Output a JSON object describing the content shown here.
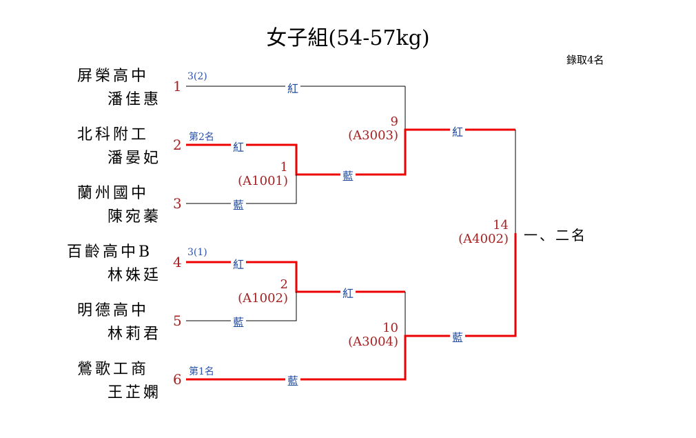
{
  "title": "女子組(54-57kg)",
  "quota": "錄取4名",
  "colors": {
    "winner_line": "#ee0000",
    "line": "#000000",
    "seed": "#a52020",
    "corner": "#1f4a9e"
  },
  "entries": [
    {
      "seed": "1",
      "school": "屏榮高中",
      "name": "潘佳惠",
      "note": "3(2)",
      "corner": "紅"
    },
    {
      "seed": "2",
      "school": "北科附工",
      "name": "潘晏妃",
      "note": "第2名",
      "corner": "紅"
    },
    {
      "seed": "3",
      "school": "蘭州國中",
      "name": "陳宛蓁",
      "note": "",
      "corner": "藍"
    },
    {
      "seed": "4",
      "school": "百齡高中B",
      "name": "林姝廷",
      "note": "3(1)",
      "corner": "紅"
    },
    {
      "seed": "5",
      "school": "明德高中",
      "name": "林莉君",
      "note": "",
      "corner": "藍"
    },
    {
      "seed": "6",
      "school": "鶯歌工商",
      "name": "王芷嫻",
      "note": "第1名",
      "corner": "藍"
    }
  ],
  "matches": [
    {
      "no": "1",
      "code": "(A1001)",
      "out_corner": "藍"
    },
    {
      "no": "2",
      "code": "(A1002)",
      "out_corner": "紅"
    },
    {
      "no": "9",
      "code": "(A3003)",
      "out_corner": "紅"
    },
    {
      "no": "10",
      "code": "(A3004)",
      "out_corner": "藍"
    },
    {
      "no": "14",
      "code": "(A4002)"
    }
  ],
  "final_label": "一、二名"
}
